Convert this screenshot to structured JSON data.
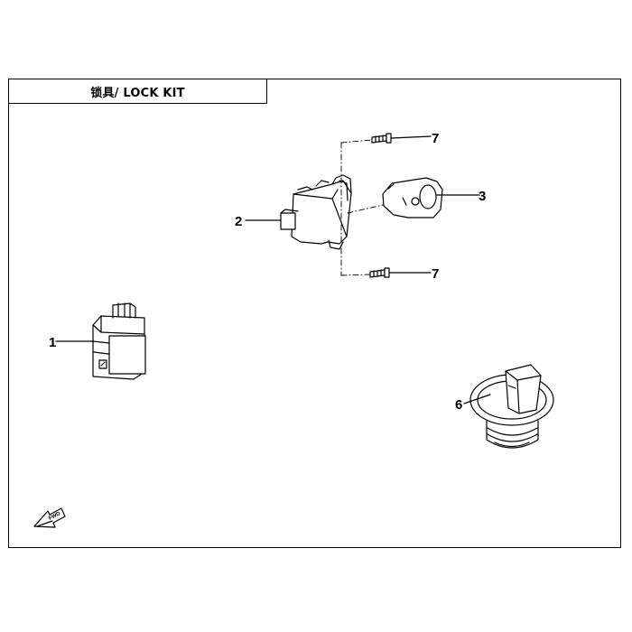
{
  "title": "锁具/ LOCK KIT",
  "callouts": [
    {
      "id": "callout-1",
      "label": "1"
    },
    {
      "id": "callout-2",
      "label": "2"
    },
    {
      "id": "callout-3",
      "label": "3"
    },
    {
      "id": "callout-6",
      "label": "6"
    },
    {
      "id": "callout-7a",
      "label": "7"
    },
    {
      "id": "callout-7b",
      "label": "7"
    }
  ],
  "parts": [
    {
      "number": "1",
      "icon": "control-module-icon"
    },
    {
      "number": "2",
      "icon": "ignition-switch-icon"
    },
    {
      "number": "3",
      "icon": "key-icon"
    },
    {
      "number": "6",
      "icon": "fuel-cap-icon"
    },
    {
      "number": "7",
      "icon": "screw-icon"
    }
  ],
  "fwd_icon": "fwd-arrow-icon"
}
